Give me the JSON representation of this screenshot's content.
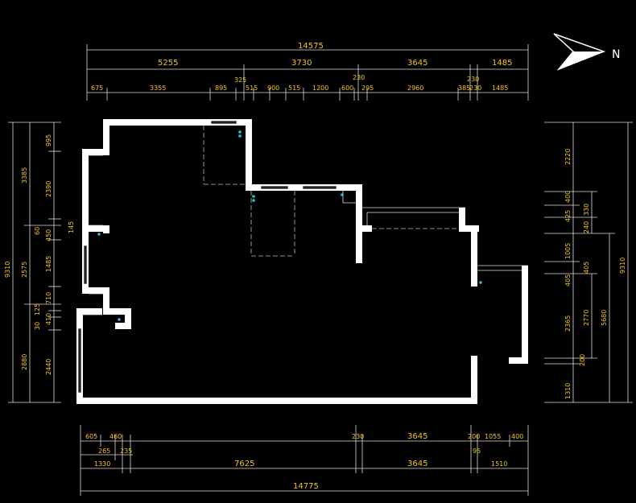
{
  "north_label": "N",
  "dims": {
    "top_total": "14575",
    "top_mid": [
      "5255",
      "3730",
      "3645",
      "1485"
    ],
    "top_mid_b": "230",
    "top_detail": [
      "675",
      "3355",
      "895",
      "325",
      "515",
      "900",
      "515",
      "1200",
      "600",
      "230",
      "295",
      "2960",
      "385",
      "230",
      "1485"
    ],
    "left_outer": "9310",
    "left_mid": [
      "3385",
      "2575",
      "2880"
    ],
    "left_inner": [
      "995",
      "2390",
      "60",
      "450",
      "1485",
      "710",
      "125",
      "30",
      "410",
      "2440"
    ],
    "left_extra": "145",
    "right_outer": "9310",
    "right_mid": [
      "330",
      "240",
      "5680"
    ],
    "right_inner": [
      "2220",
      "400",
      "425",
      "1005",
      "405",
      "2365",
      "200",
      "1310"
    ],
    "right_extra": [
      "405",
      "2770"
    ],
    "bottom_row1": [
      "605",
      "460",
      "230",
      "3645",
      "200",
      "1055",
      "400"
    ],
    "bottom_row2": [
      "265",
      "235",
      "95"
    ],
    "bottom_row3": [
      "1330",
      "7625",
      "3645",
      "1510"
    ],
    "bottom_total": "14775"
  },
  "colors": {
    "background": "#000000",
    "dimension": "#f5c518",
    "wall": "#ffffff",
    "fixture": "#22c5d8"
  }
}
